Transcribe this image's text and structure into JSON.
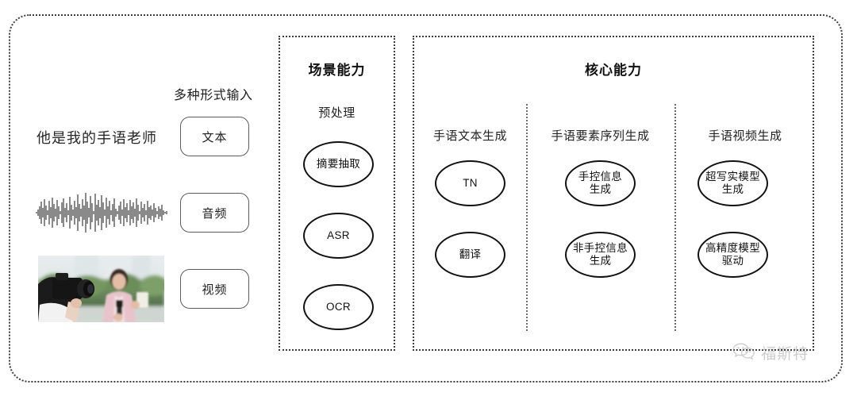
{
  "diagram": {
    "input_section": {
      "title": "多种形式输入",
      "sample_text": "他是我的手语老师",
      "waveform_icon": "audio-waveform-icon",
      "photo_icon": "camera-operator-photo",
      "chips": [
        {
          "label": "文本"
        },
        {
          "label": "音频"
        },
        {
          "label": "视频"
        }
      ]
    },
    "scene_panel": {
      "title": "场景能力",
      "sub_label": "预处理",
      "nodes": [
        {
          "lines": [
            "摘要抽取"
          ]
        },
        {
          "lines": [
            "ASR"
          ]
        },
        {
          "lines": [
            "OCR"
          ]
        }
      ]
    },
    "core_panel": {
      "title": "核心能力",
      "columns": [
        {
          "sub_label": "手语文本生成",
          "nodes": [
            {
              "lines": [
                "TN"
              ]
            },
            {
              "lines": [
                "翻译"
              ]
            }
          ]
        },
        {
          "sub_label": "手语要素序列生成",
          "nodes": [
            {
              "lines": [
                "手控信息",
                "生成"
              ]
            },
            {
              "lines": [
                "非手控信息",
                "生成"
              ]
            }
          ]
        },
        {
          "sub_label": "手语视频生成",
          "nodes": [
            {
              "lines": [
                "超写实模型",
                "生成"
              ]
            },
            {
              "lines": [
                "高精度模型",
                "驱动"
              ]
            }
          ]
        }
      ]
    },
    "watermark": {
      "icon": "wechat-icon",
      "text": "福斯特"
    },
    "colors": {
      "border": "#3d3d3d",
      "node_border": "#111111",
      "text": "#1a1a1a",
      "watermark": "#9a9a9a",
      "background": "#ffffff"
    }
  }
}
